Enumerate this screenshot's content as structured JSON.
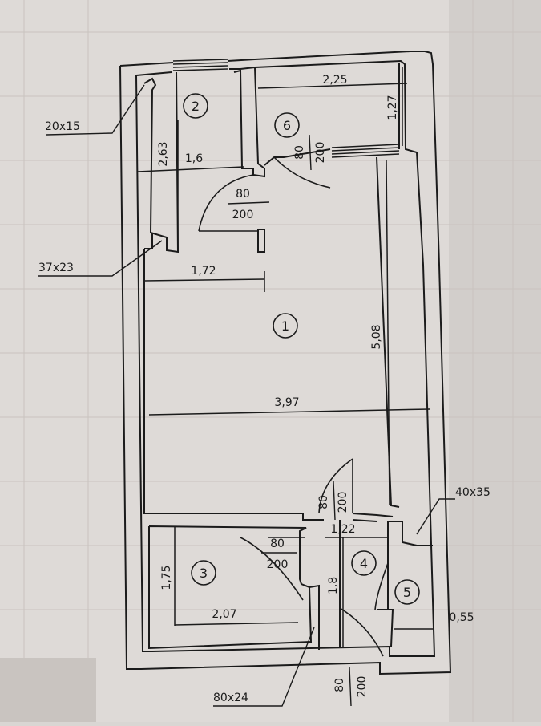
{
  "plan": {
    "rooms": [
      {
        "id": "room-1",
        "number": "1"
      },
      {
        "id": "room-2",
        "number": "2"
      },
      {
        "id": "room-3",
        "number": "3"
      },
      {
        "id": "room-4",
        "number": "4"
      },
      {
        "id": "room-5",
        "number": "5"
      },
      {
        "id": "room-6",
        "number": "6"
      }
    ],
    "dimensions": {
      "room6_width": "2,25",
      "room6_height": "1,27",
      "room2_height": "2,63",
      "room2_width": "1,6",
      "room1_top_width": "1,72",
      "room1_length": "5,08",
      "room1_width": "3,97",
      "hall_width": "1,22",
      "room3_height": "1,75",
      "room3_width": "2,07",
      "room4_height": "1,8",
      "room5_width": "0,55"
    },
    "openings": {
      "door_kitchen": {
        "w": "80",
        "h": "200"
      },
      "door_room6": {
        "w": "80",
        "h": "200"
      },
      "door_room1": {
        "w": "80",
        "h": "200"
      },
      "door_room3": {
        "w": "80",
        "h": "200"
      },
      "door_entry": {
        "w": "80",
        "h": "200"
      }
    },
    "callouts": {
      "column_top": "20x15",
      "column_mid": "37x23",
      "column_right": "40x35",
      "column_bottom": "80x24"
    }
  }
}
